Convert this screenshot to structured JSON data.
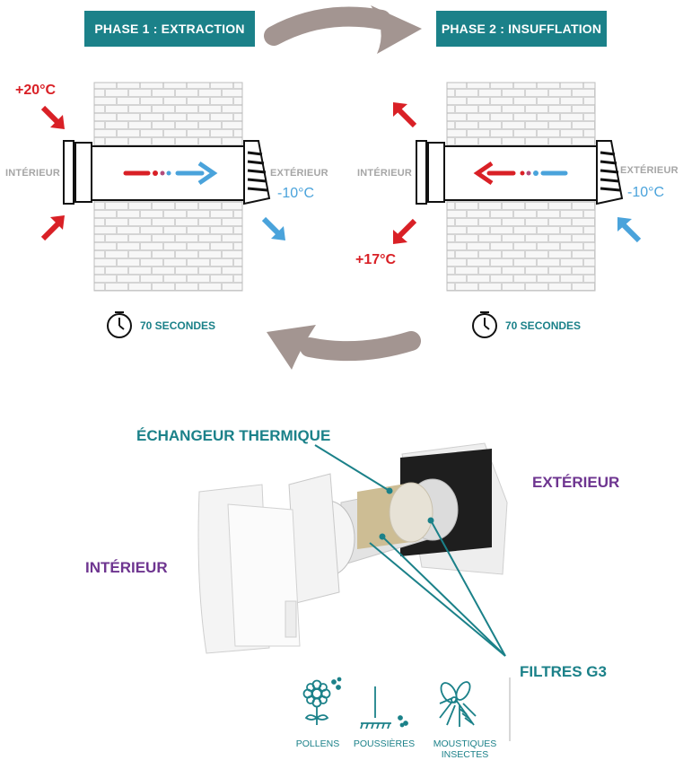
{
  "phase1": {
    "title": "PHASE 1 : EXTRACTION",
    "interior_label": "INTÉRIEUR",
    "exterior_label": "EXTÉRIEUR",
    "inside_temp": "+20°C",
    "outside_temp": "-10°C",
    "timer": "70 SECONDES"
  },
  "phase2": {
    "title": "PHASE 2 : INSUFFLATION",
    "interior_label": "INTÉRIEUR",
    "exterior_label": "EXTÉRIEUR",
    "inside_temp": "+17°C",
    "outside_temp": "-10°C",
    "timer": "70 SECONDES"
  },
  "exploded": {
    "exchanger_label": "ÉCHANGEUR THERMIQUE",
    "exterior_label": "EXTÉRIEUR",
    "interior_label": "INTÉRIEUR",
    "filters_label": "FILTRES G3",
    "filter_items": [
      {
        "label": "POLLENS",
        "icon": "flower-icon"
      },
      {
        "label": "POUSSIÈRES",
        "icon": "dust-icon"
      },
      {
        "label": "MOUSTIQUES\nINSECTES",
        "icon": "mosquito-icon"
      }
    ]
  },
  "colors": {
    "teal": "#1b8189",
    "purple": "#6e3590",
    "hot_red": "#d92026",
    "cold_blue": "#4aa3db",
    "cycle_arrow": "#a39591",
    "brick_grey": "#c9c9c9"
  }
}
